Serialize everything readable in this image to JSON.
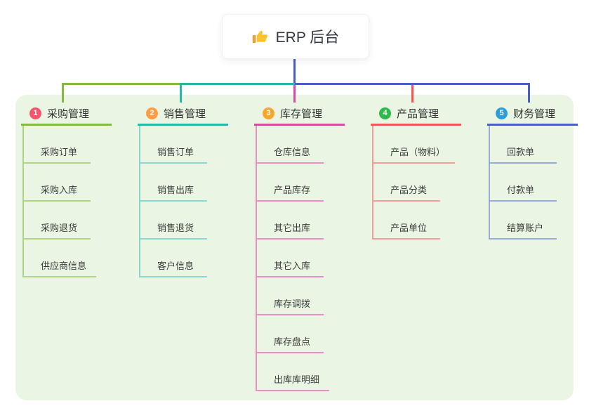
{
  "root": {
    "label": "ERP 后台",
    "icon": "thumbs-up-icon",
    "line_color": "#4a5fc0"
  },
  "board": {
    "background": "#eaf6e3",
    "page_background": "#ffffff"
  },
  "branches": [
    {
      "badge": "1",
      "badge_color": "#f4566e",
      "title": "采购管理",
      "color": "#82bb42",
      "light_color": "#aed584",
      "children": [
        "采购订单",
        "采购入库",
        "采购退货",
        "供应商信息"
      ]
    },
    {
      "badge": "2",
      "badge_color": "#ff9e41",
      "title": "销售管理",
      "color": "#29b7a9",
      "light_color": "#8ad8cf",
      "children": [
        "销售订单",
        "销售出库",
        "销售退货",
        "客户信息"
      ]
    },
    {
      "badge": "3",
      "badge_color": "#f7a62a",
      "title": "库存管理",
      "color": "#d14fa3",
      "light_color": "#f18cc6",
      "children": [
        "仓库信息",
        "产品库存",
        "其它出库",
        "其它入库",
        "库存调拨",
        "库存盘点",
        "出库库明细"
      ]
    },
    {
      "badge": "4",
      "badge_color": "#2eb94d",
      "title": "产品管理",
      "color": "#f3555b",
      "light_color": "#f59d9b",
      "children": [
        "产品（物料）",
        "产品分类",
        "产品单位"
      ]
    },
    {
      "badge": "5",
      "badge_color": "#2d9fd8",
      "title": "财务管理",
      "color": "#4a5fc0",
      "light_color": "#97abdc",
      "children": [
        "回款单",
        "付款单",
        "结算账户"
      ]
    }
  ]
}
